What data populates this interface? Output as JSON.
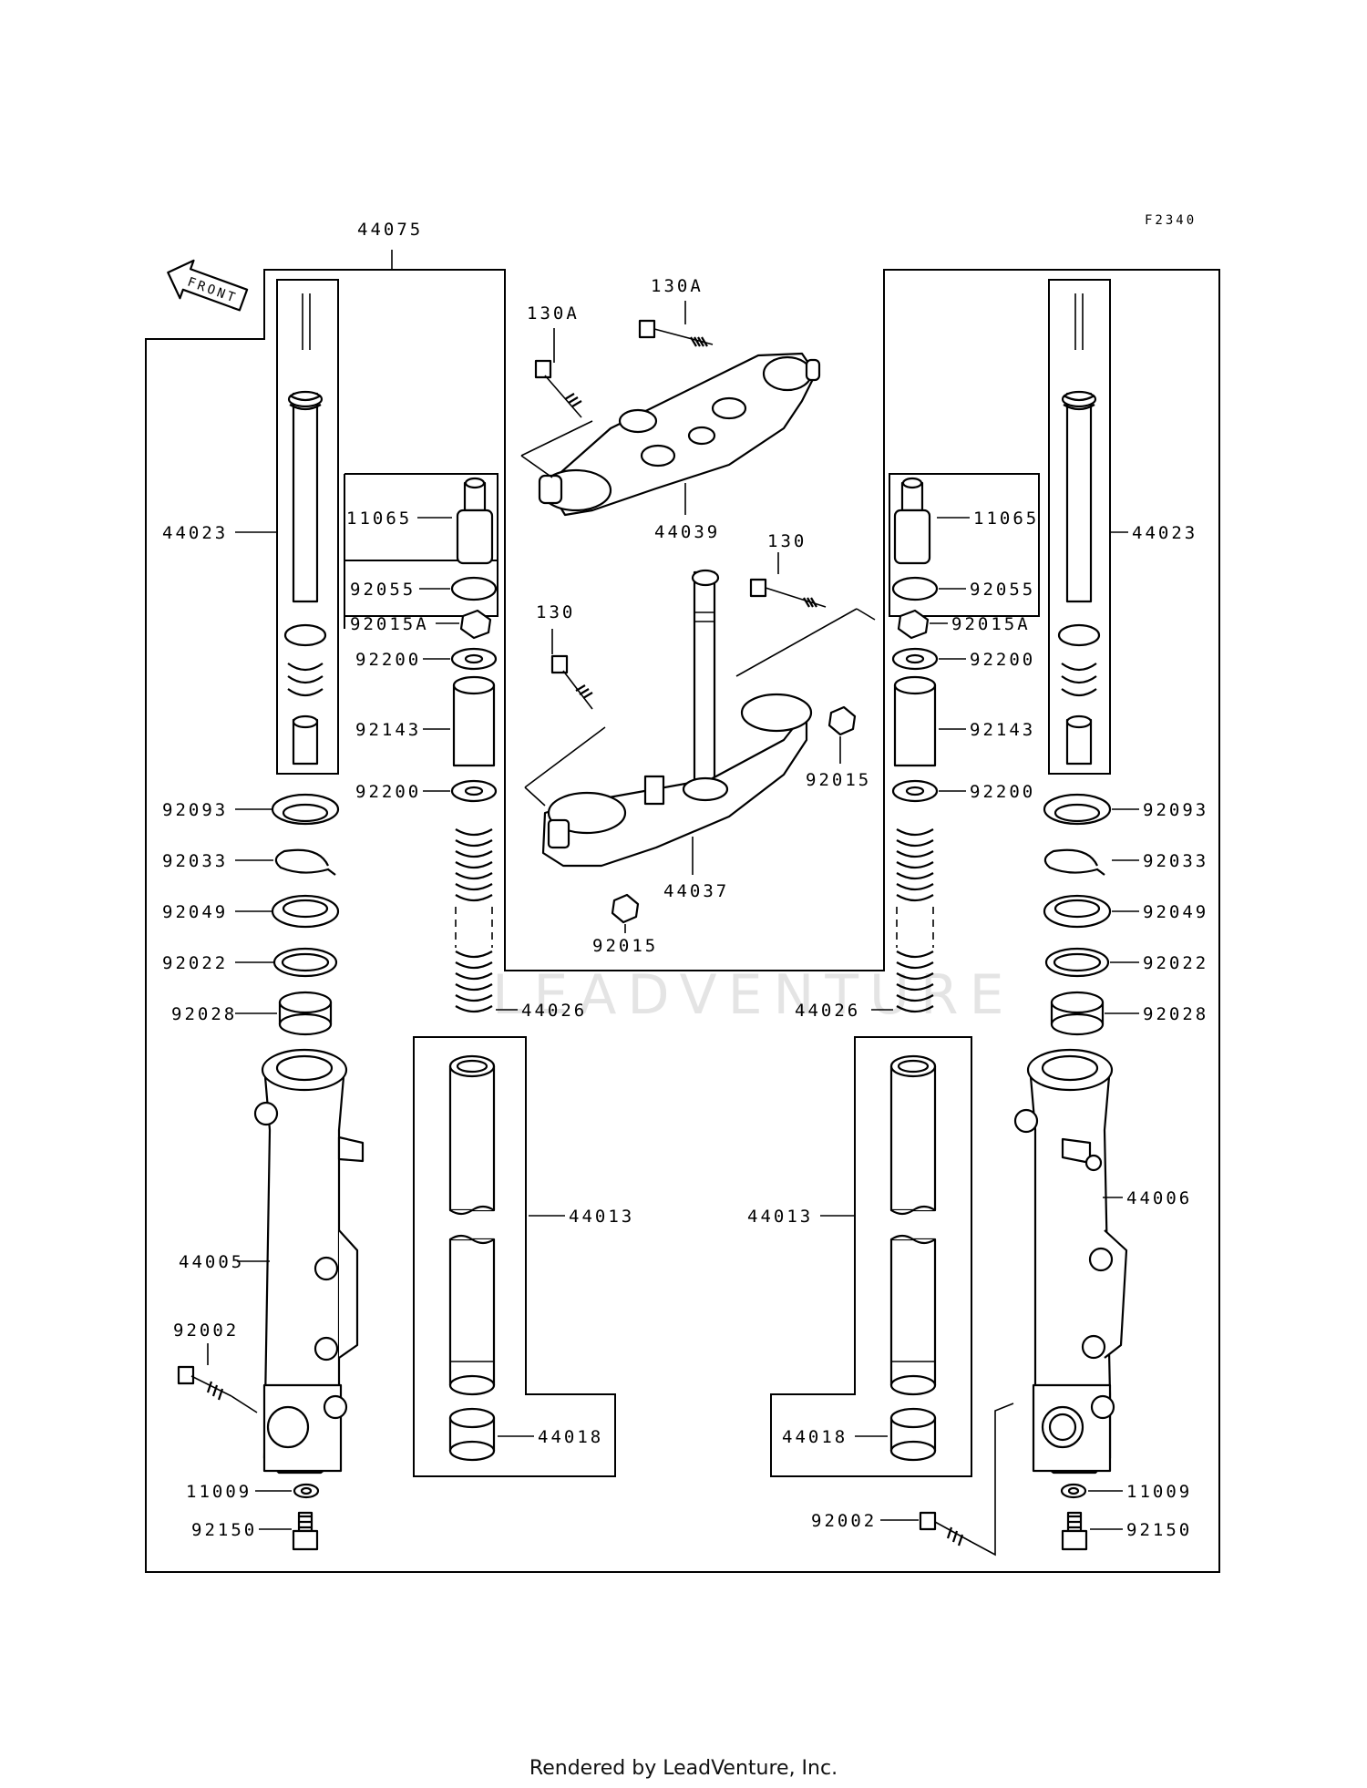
{
  "figure_code": "F2340",
  "front_label": "FRONT",
  "watermark": "LEADVENTURE",
  "footer": "Rendered by LeadVenture, Inc.",
  "labels": {
    "p44075": "44075",
    "p130a_top": "130A",
    "p130a_mid": "130A",
    "p44039": "44039",
    "p130_right": "130",
    "p130_left": "130",
    "p44037": "44037",
    "p92015_right": "92015",
    "p92015_bottom": "92015",
    "l44023": "44023",
    "l11065": "11065",
    "l92055": "92055",
    "l92015a": "92015A",
    "l92200a": "92200",
    "l92143": "92143",
    "l92200b": "92200",
    "l92093": "92093",
    "l92033": "92033",
    "l92049": "92049",
    "l92022": "92022",
    "l92028": "92028",
    "l44026": "44026",
    "l44013": "44013",
    "l44018": "44018",
    "l44005": "44005",
    "l92002": "92002",
    "l11009": "11009",
    "l92150": "92150",
    "r44023": "44023",
    "r11065": "11065",
    "r92055": "92055",
    "r92015a": "92015A",
    "r92200a": "92200",
    "r92143": "92143",
    "r92200b": "92200",
    "r92093": "92093",
    "r92033": "92033",
    "r92049": "92049",
    "r92022": "92022",
    "r92028": "92028",
    "r44026": "44026",
    "r44013": "44013",
    "r44018": "44018",
    "r44006": "44006",
    "r92002": "92002",
    "r11009": "11009",
    "r92150": "92150"
  }
}
